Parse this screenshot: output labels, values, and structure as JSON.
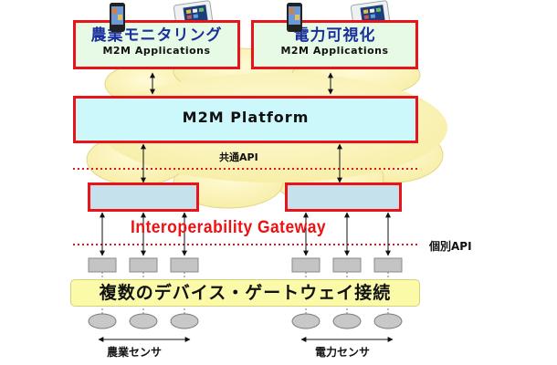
{
  "applications": [
    {
      "title": "農業モニタリング",
      "subtitle": "M2M Applications"
    },
    {
      "title": "電力可視化",
      "subtitle": "M2M Applications"
    }
  ],
  "platform": {
    "label": "M2M Platform"
  },
  "common_api_label": "共通API",
  "gateway_label": "Interoperability Gateway",
  "individual_api_label": "個別API",
  "device_bar_label": "複数のデバイス・ゲートウェイ接続",
  "sensor_groups": [
    {
      "label": "農業センサ"
    },
    {
      "label": "電力センサ"
    }
  ],
  "icons": [
    "smartphone-icon",
    "tablet-icon"
  ],
  "colors": {
    "border_red": "#e8141c",
    "app_fill": "#e6fae6",
    "platform_fill": "#ccf8fc",
    "gateway_fill": "#c5e2ec",
    "cloud_fill": "#fdf6c0",
    "device_bar_fill": "#fbfaa8",
    "app_title_blue": "#1a2f9c",
    "gateway_text_red": "#ee1111"
  }
}
